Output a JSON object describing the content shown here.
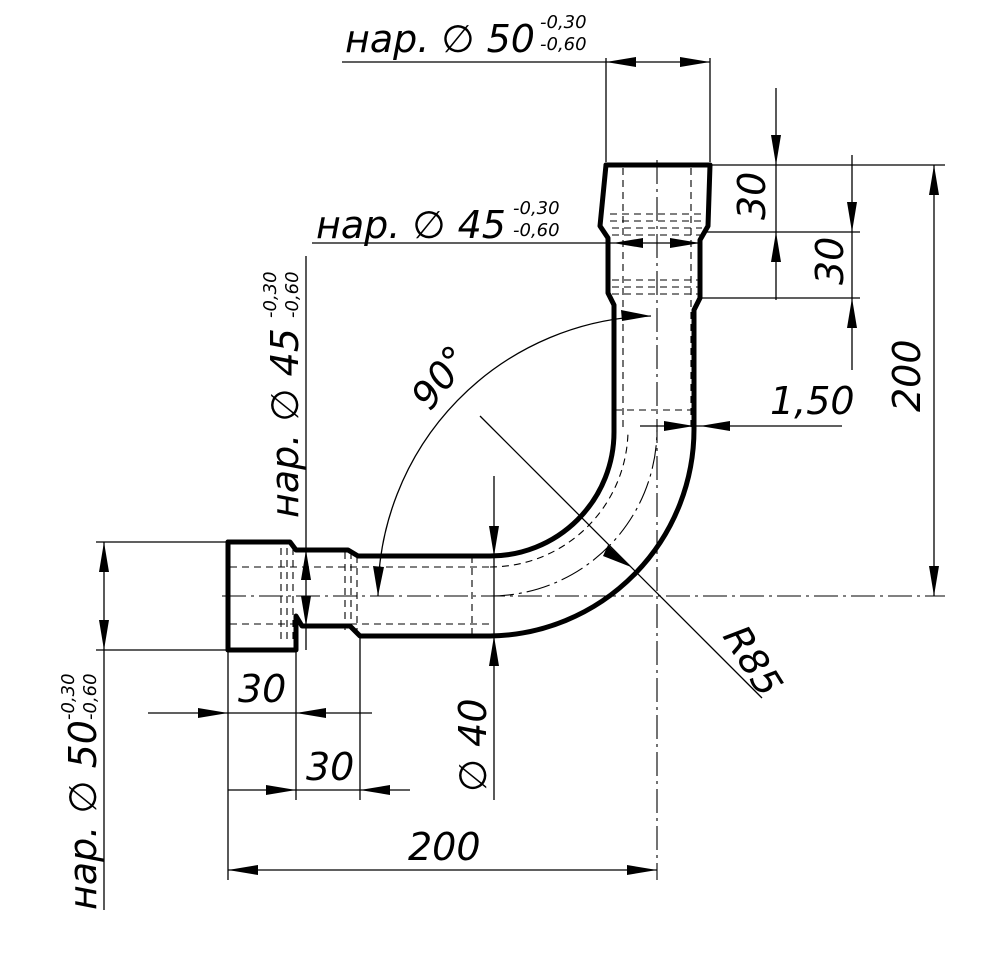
{
  "dimensions": {
    "top_thread": {
      "label": "нар. ∅ 50",
      "tol_upper": "-0,30",
      "tol_lower": "-0,60"
    },
    "mid_thread": {
      "label": "нар. ∅ 45",
      "tol_upper": "-0,30",
      "tol_lower": "-0,60"
    },
    "left_thread_45": {
      "label": "нар. ∅ 45",
      "tol_upper": "-0,30",
      "tol_lower": "-0,60"
    },
    "left_thread_50": {
      "label": "нар. ∅ 50",
      "tol_upper": "-0,30",
      "tol_lower": "-0,60"
    },
    "top_len_1": "30",
    "top_len_2": "30",
    "overall_height": "200",
    "wall": "1,50",
    "angle": "90°",
    "radius": "R85",
    "pipe_dia": "∅ 40",
    "left_len_1": "30",
    "left_len_2": "30",
    "overall_width": "200"
  }
}
